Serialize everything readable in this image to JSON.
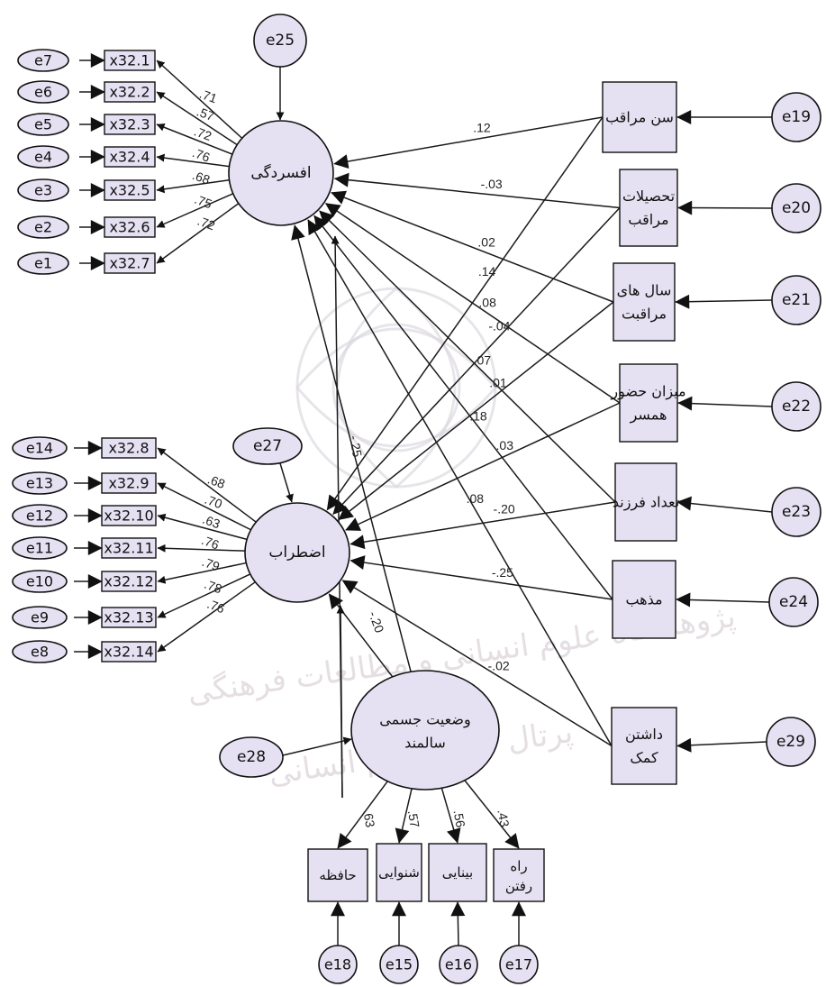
{
  "latents": {
    "depression": "افسردگی",
    "anxiety": "اضطراب",
    "physical": "وضعیت جسمی سالمند"
  },
  "depression_items": [
    "x32.1",
    "x32.2",
    "x32.3",
    "x32.4",
    "x32.5",
    "x32.6",
    "x32.7"
  ],
  "depression_errors": [
    "e7",
    "e6",
    "e5",
    "e4",
    "e3",
    "e2",
    "e1"
  ],
  "depression_loadings": [
    ".71",
    ".57",
    ".72",
    ".76",
    ".68",
    ".75",
    ".72"
  ],
  "anxiety_items": [
    "x32.8",
    "x32.9",
    "x32.10",
    "x32.11",
    "x32.12",
    "x32.13",
    "x32.14"
  ],
  "anxiety_errors": [
    "e14",
    "e13",
    "e12",
    "e11",
    "e10",
    "e9",
    "e8"
  ],
  "anxiety_loadings": [
    ".68",
    ".70",
    ".63",
    ".76",
    ".79",
    ".78",
    ".76"
  ],
  "latent_errors": {
    "depression": "e25",
    "anxiety": "e27",
    "physical": "e28"
  },
  "predictors": [
    {
      "label": "سن مراقب",
      "error": "e19"
    },
    {
      "label": "تحصیلات مراقب",
      "error": "e20"
    },
    {
      "label": "سال های مراقبت",
      "error": "e21"
    },
    {
      "label": "میزان حضور همسر",
      "error": "e22"
    },
    {
      "label": "تعداد فرزند",
      "error": "e23"
    },
    {
      "label": "مذهب",
      "error": "e24"
    },
    {
      "label": "داشتن کمک",
      "error": "e29"
    }
  ],
  "physical_items": [
    {
      "label": "حافظه",
      "error": "e18",
      "loading": ".63"
    },
    {
      "label": "شنوایی",
      "error": "e15",
      "loading": ".57"
    },
    {
      "label": "بینایی",
      "error": "e16",
      "loading": ".56"
    },
    {
      "label": "راه رفتن",
      "error": "e17",
      "loading": ".43"
    }
  ],
  "paths_to_depression": [
    ".12",
    "-.03",
    ".02",
    ".08",
    ".07",
    ".18",
    ".08"
  ],
  "paths_to_anxiety": [
    ".14",
    "-.04",
    ".01",
    ".03",
    "-.20",
    "-.25",
    "-.02"
  ],
  "physical_paths": {
    "to_depression": "-.25",
    "to_anxiety": "-.20"
  }
}
